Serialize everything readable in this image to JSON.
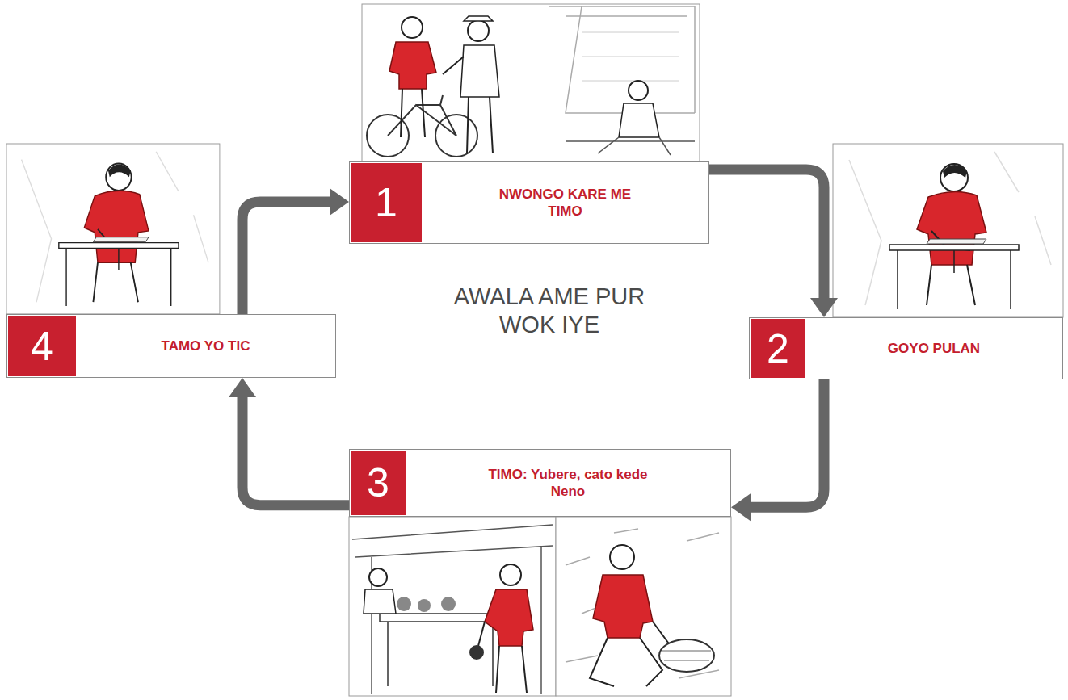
{
  "diagram": {
    "title": "AWALA AME PUR WOK IYE",
    "nodes": [
      {
        "text": [
          "1",
          "NWONGO KARE ME TIMO"
        ]
      },
      {
        "text": [
          "2",
          "GOYO PULAN"
        ]
      },
      {
        "text": [
          "3",
          "TIMO: Yubere, cato kede Neno"
        ]
      },
      {
        "text": [
          "4",
          "TAMO YO TIC"
        ]
      }
    ],
    "edges": [
      {
        "from": 0,
        "to": 1,
        "arrow": "to"
      },
      {
        "from": 1,
        "to": 2,
        "arrow": "to"
      },
      {
        "from": 2,
        "to": 3,
        "arrow": "to"
      },
      {
        "from": 3,
        "to": 0,
        "arrow": "to"
      }
    ]
  }
}
